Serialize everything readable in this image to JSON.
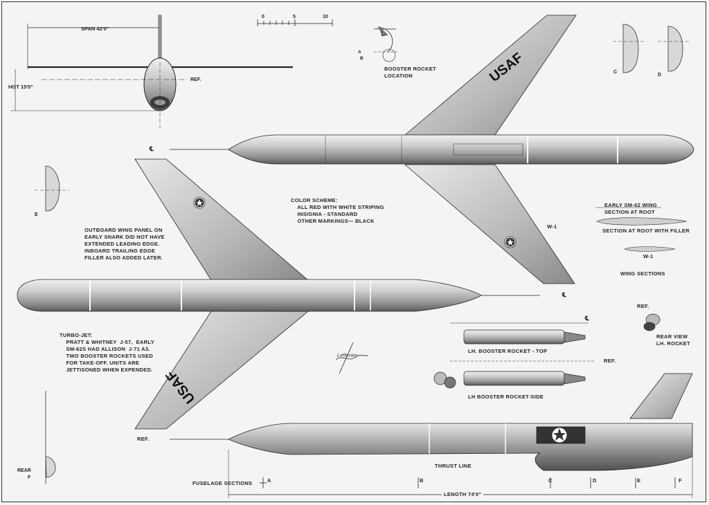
{
  "colors": {
    "ink": "#222222",
    "metal_light": "#e2e2e2",
    "metal_mid": "#a9a9a9",
    "metal_dark": "#5a5a5a",
    "paper": "#f4f4f2"
  },
  "front_view": {
    "span_label": "SPAN 42'0\"",
    "height_label": "HGT 15'0\"",
    "ref_label": "REF."
  },
  "scale": {
    "ticks": [
      "0",
      "5",
      "10"
    ]
  },
  "booster_location": {
    "a_label": "A",
    "b_label": "B",
    "title": "BOOSTER ROCKET LOCATION"
  },
  "sections": {
    "c_label": "C",
    "d_label": "D",
    "e_label": "E",
    "f_label": "F",
    "rear_label": "REAR"
  },
  "markings": {
    "usaf": "USAF"
  },
  "notes": {
    "color_scheme": "COLOR SCHEME:\n    ALL RED WITH WHITE STRIPING\n    INSIGNIA - STANDARD\n    OTHER MARKINGS— BLACK",
    "wing_panel": "OUTBOARD WING PANEL ON\nEARLY SNARK DID NOT HAVE\nEXTENDED LEADING EDGE.\nINBOARD TRAILING EDGE\nFILLER ALSO ADDED LATER.",
    "turbojet": "TURBO-JET:\n    PRATT & WHITNEY  J-57,  EARLY\n    SM-62s HAD ALLISON  J-71 A3.\n    TWO BOOSTER ROCKETS USED\n    FOR TAKE-OFF. UNITS ARE\n    JETTISONED WHEN EXPENDED."
  },
  "wing_sections": {
    "early_label": "EARLY SM-62 WING SECTION AT ROOT",
    "filler_label": "SECTION AT ROOT WITH FILLER",
    "w1_label": "W-1",
    "w1_tag": "W-1",
    "title": "WING SECTIONS"
  },
  "boosters": {
    "top_label": "LH. BOOSTER ROCKET - TOP",
    "side_label": "LH BOOSTER ROCKET-SIDE",
    "ref_label": "REF.",
    "rear_view_label": "REAR VIEW LH. ROCKET",
    "rear_ref": "REF."
  },
  "side_view": {
    "ref_label": "REF.",
    "thrust_line": "THRUST LINE",
    "fuselage_sections": "FUSELAGE SECTIONS",
    "length_label": "LENGTH 74'0\"",
    "stations": [
      "A",
      "B",
      "C",
      "D",
      "E",
      "F"
    ]
  },
  "centerline": {
    "symbol": "℄"
  },
  "signature": {
    "text": "Lefferies"
  }
}
